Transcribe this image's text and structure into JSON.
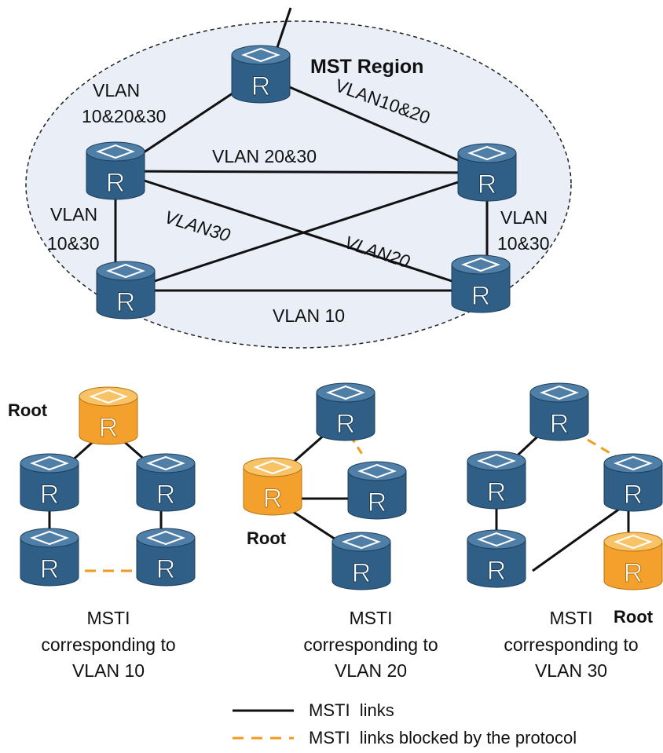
{
  "region": {
    "title": "MST Region",
    "links": {
      "top_left": [
        "VLAN",
        "10&20&30"
      ],
      "top_right": "VLAN10&20",
      "mid": "VLAN 20&30",
      "left": [
        "VLAN",
        "10&30"
      ],
      "right": [
        "VLAN",
        "10&30"
      ],
      "cross_a": "VLAN30",
      "cross_b": "VLAN20",
      "bottom": "VLAN 10"
    }
  },
  "router_glyph": "R",
  "root_label": "Root",
  "msti": [
    {
      "caption": [
        "MSTI",
        "corresponding to",
        "VLAN 10"
      ]
    },
    {
      "caption": [
        "MSTI",
        "corresponding to",
        "VLAN 20"
      ]
    },
    {
      "caption": [
        "MSTI",
        "corresponding to",
        "VLAN 30"
      ]
    }
  ],
  "legend": {
    "solid": "MSTI  links",
    "dashed": "MSTI  links blocked by the protocol"
  },
  "colors": {
    "router": "#2f5f86",
    "router_top": "#4f7ea6",
    "root": "#f3a12c",
    "root_top": "#f8c266",
    "region_fill": "#e9eef7",
    "blocked": "#f39a1e"
  },
  "icons": [
    "router-icon"
  ]
}
